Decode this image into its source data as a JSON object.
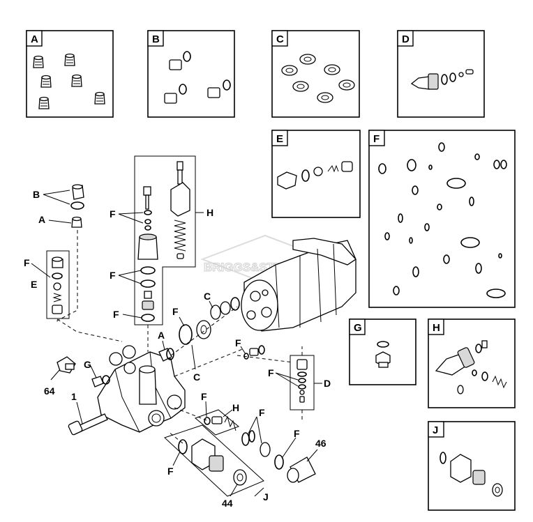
{
  "inset_boxes": [
    {
      "letter": "A"
    },
    {
      "letter": "B"
    },
    {
      "letter": "C"
    },
    {
      "letter": "D"
    },
    {
      "letter": "E"
    },
    {
      "letter": "F"
    },
    {
      "letter": "G"
    },
    {
      "letter": "H"
    },
    {
      "letter": "J"
    }
  ],
  "callouts": {
    "b": "B",
    "a": "A",
    "f_left": "F",
    "e": "E",
    "f_h1": "F",
    "f_h2": "F",
    "f_h3": "F",
    "h_top": "H",
    "f_mid": "F",
    "c_top": "C",
    "a_mid": "A",
    "c_bot": "C",
    "g": "G",
    "p64": "64",
    "p1": "1",
    "f_d1": "F",
    "f_d2": "F",
    "d": "D",
    "f_hb": "F",
    "h_bot": "H",
    "f_j1": "F",
    "f_j2": "F",
    "f_j3": "F",
    "p46": "46",
    "p44": "44",
    "j": "J"
  },
  "watermark": "BRIGGS&STRATTON"
}
